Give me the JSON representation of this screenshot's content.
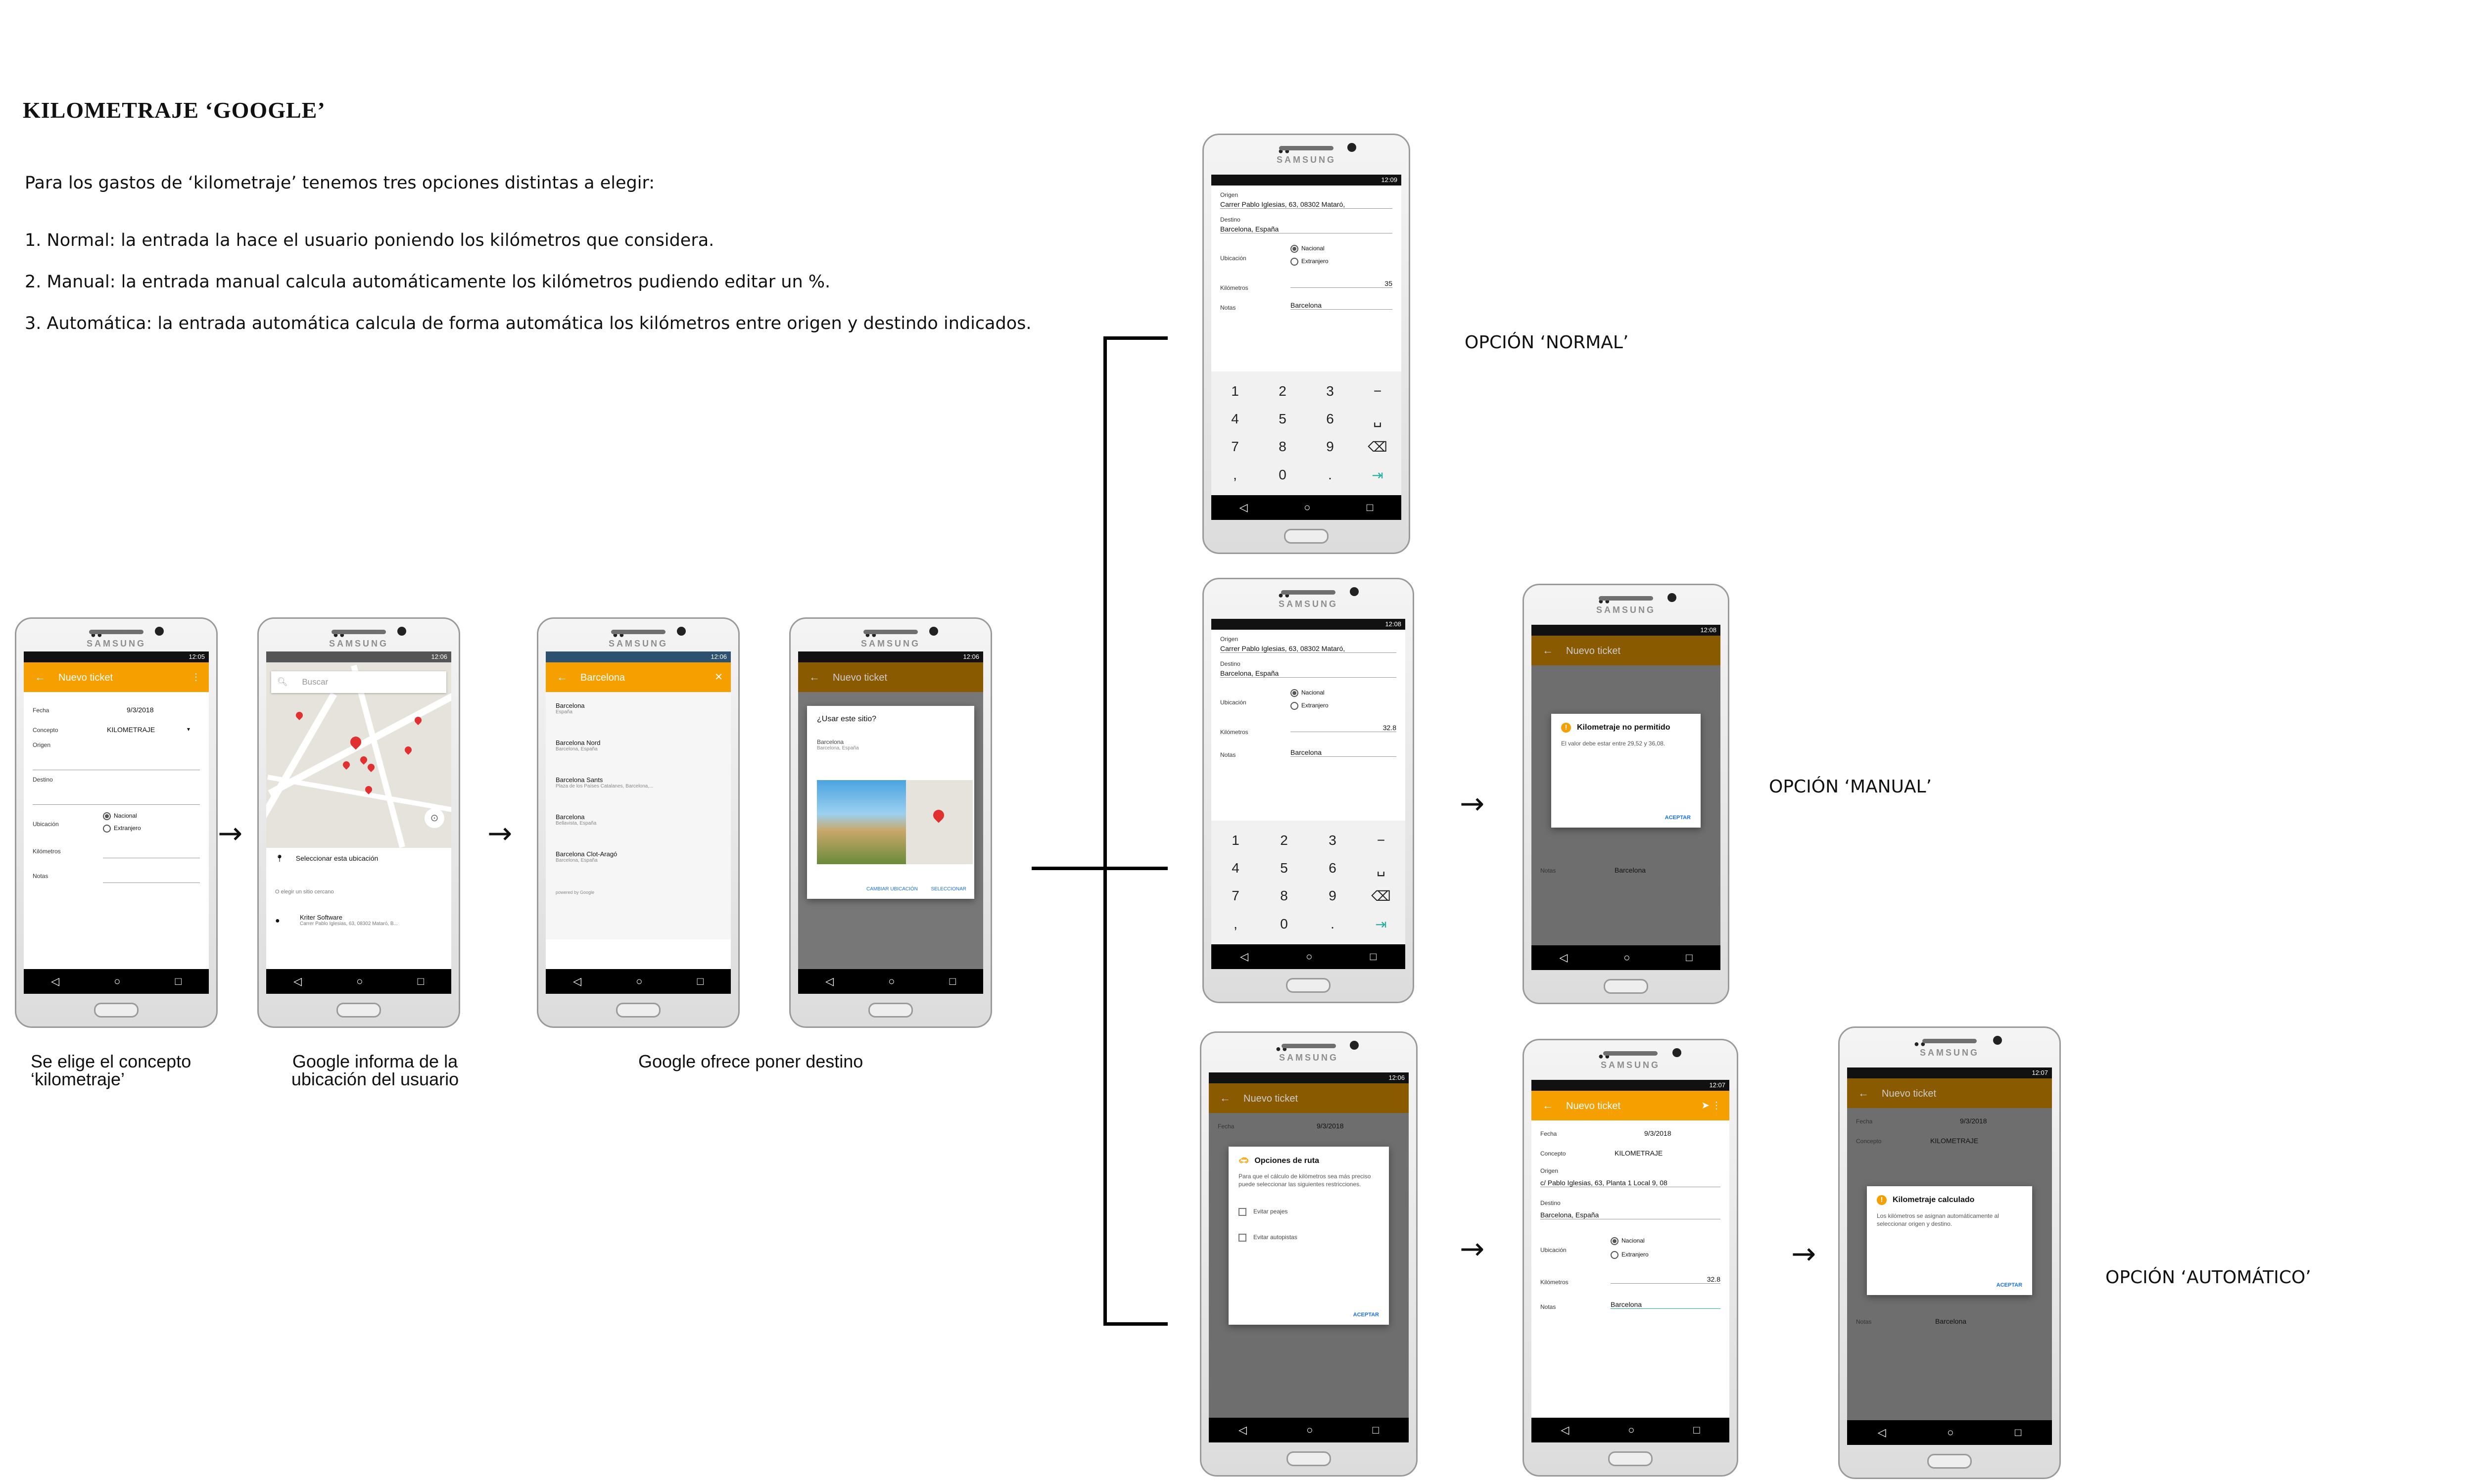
{
  "doc": {
    "title": "KILOMETRAJE ‘GOOGLE’",
    "intro": "Para los gastos de ‘kilometraje’ tenemos tres opciones distintas a elegir:",
    "items": [
      "1. Normal: la entrada la hace el usuario poniendo los kilómetros que considera.",
      "2. Manual: la entrada manual calcula automáticamente los kilómetros pudiendo editar un %.",
      "3. Automática: la entrada automática calcula de forma automática los kilómetros entre origen y destindo indicados."
    ]
  },
  "captions": {
    "c1": "Se elige el concepto ‘kilometraje’",
    "c2": "Google informa de la ubicación del usuario",
    "c3": "Google ofrece poner destino"
  },
  "options": {
    "normal": "OPCIÓN ‘NORMAL’",
    "manual": "OPCIÓN ‘MANUAL’",
    "auto": "OPCIÓN ‘AUTOMÁTICO’"
  },
  "arrow": "→",
  "phone": {
    "brand": "SAMSUNG",
    "nav": [
      "◁",
      "○",
      "□"
    ]
  },
  "form": {
    "title": "Nuevo ticket",
    "fecha_label": "Fecha",
    "fecha": "9/3/2018",
    "concepto_label": "Concepto",
    "concepto": "KILOMETRAJE",
    "origen_label": "Origen",
    "destino_label": "Destino",
    "ubicacion_label": "Ubicación",
    "nacional": "Nacional",
    "extranjero": "Extranjero",
    "km_label": "Kilómetros",
    "notas_label": "Notas"
  },
  "s1": {
    "time": "12:05"
  },
  "s2": {
    "time": "12:06",
    "search": "Buscar",
    "select_loc": "Seleccionar esta ubicación",
    "nearby": "O elegir un sitio cercano",
    "place": "Kriter Software",
    "place_addr": "Carrer Pablo Iglesias, 63, 08302 Mataró, B..."
  },
  "s3": {
    "time": "12:06",
    "query": "Barcelona",
    "results": [
      {
        "name": "Barcelona",
        "sub": "España"
      },
      {
        "name": "Barcelona Nord",
        "sub": "Barcelona, España"
      },
      {
        "name": "Barcelona Sants",
        "sub": "Plaza de los Países Catalanes, Barcelona,..."
      },
      {
        "name": "Barcelona",
        "sub": "Bellavista, España"
      },
      {
        "name": "Barcelona Clot-Aragó",
        "sub": "Barcelona, España"
      }
    ],
    "powered": "powered by Google"
  },
  "s4": {
    "time": "12:06",
    "question": "¿Usar este sitio?",
    "place": "Barcelona",
    "place_sub": "Barcelona, España",
    "btn_change": "CAMBIAR UBICACIÓN",
    "btn_select": "SELECCIONAR"
  },
  "normal": {
    "time": "12:09",
    "origen": "Carrer Pablo Iglesias, 63, 08302 Mataró,",
    "destino": "Barcelona, España",
    "km": "35",
    "notas": "Barcelona",
    "keys": [
      "1",
      "2",
      "3",
      "−",
      "4",
      "5",
      "6",
      "␣",
      "7",
      "8",
      "9",
      "⌫",
      ",",
      "0",
      ".",
      "⇥"
    ]
  },
  "manual": {
    "time": "12:08",
    "origen": "Carrer Pablo Iglesias, 63, 08302 Mataró,",
    "destino": "Barcelona, España",
    "km": "32.8",
    "notas": "Barcelona",
    "keys": [
      "1",
      "2",
      "3",
      "−",
      "4",
      "5",
      "6",
      "␣",
      "7",
      "8",
      "9",
      "⌫",
      ",",
      "0",
      ".",
      "⇥"
    ]
  },
  "manual_dlg": {
    "time": "12:08",
    "title": "Kilometraje no permitido",
    "body": "El valor debe estar entre 29,52 y 36,08.",
    "btn": "ACEPTAR",
    "notas": "Barcelona"
  },
  "auto1": {
    "time": "12:06",
    "title": "Opciones de ruta",
    "body": "Para que el cálculo de kilómetros sea más preciso puede seleccionar las siguientes restricciones.",
    "opt1": "Evitar peajes",
    "opt2": "Evitar autopistas",
    "btn": "ACEPTAR"
  },
  "auto2": {
    "time": "12:07",
    "origen": "c/ Pablo Iglesias, 63, Planta 1 Local 9, 08",
    "destino": "Barcelona, España",
    "km": "32.8",
    "notas": "Barcelona"
  },
  "auto3": {
    "time": "12:07",
    "title": "Kilometraje calculado",
    "body": "Los kilómetros se asignan automáticamente al seleccionar origen y destino.",
    "btn": "ACEPTAR",
    "notas": "Barcelona"
  }
}
